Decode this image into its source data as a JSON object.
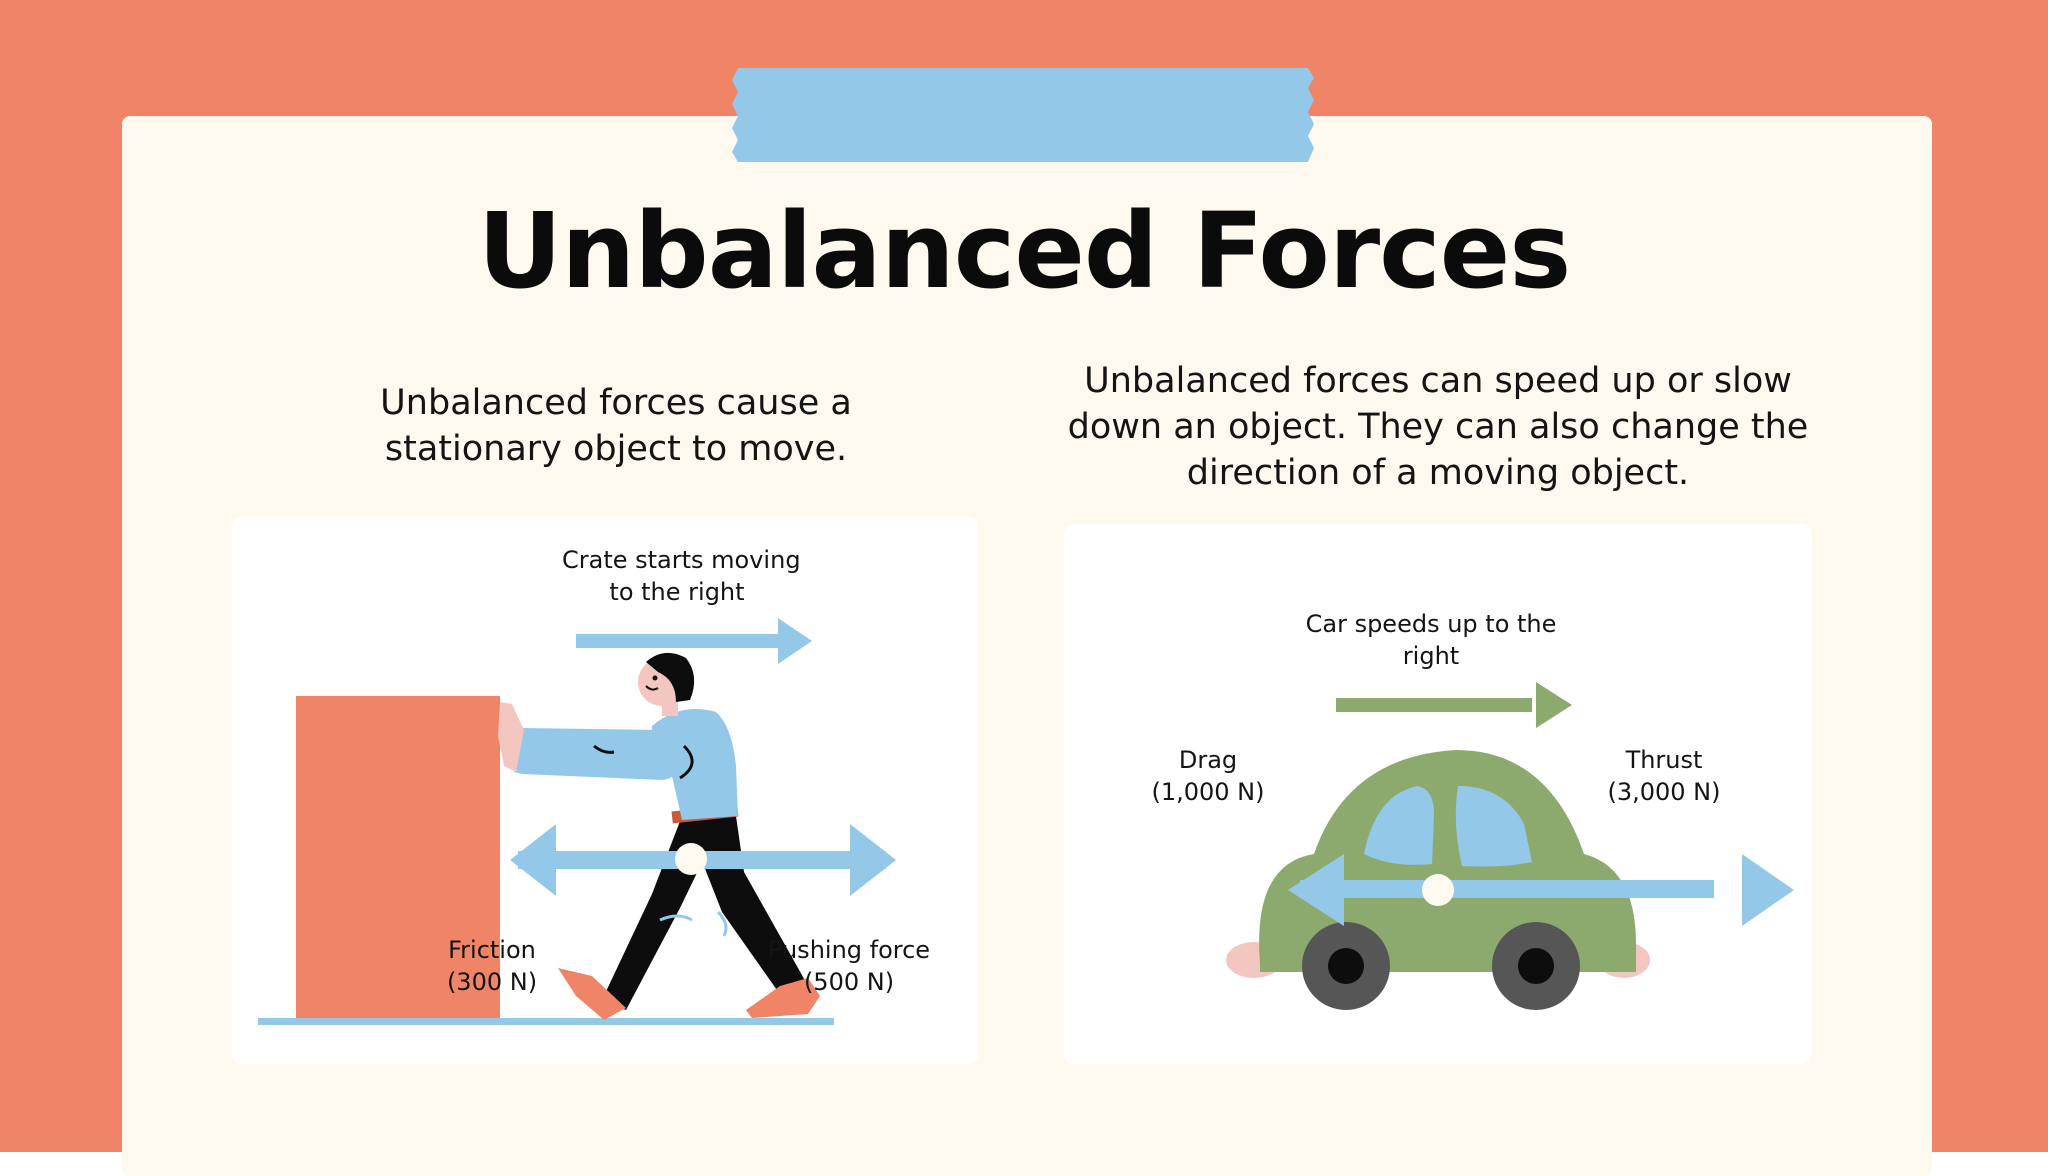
{
  "slide": {
    "title": "Unbalanced Forces",
    "colors": {
      "background": "#EF8467",
      "card": "#FEF9EF",
      "tape": "#94C8E8",
      "arrow_blue": "#94C8E8",
      "arrow_green": "#8DAA6E",
      "crate": "#EF8467",
      "car_body": "#8DAA6E",
      "car_window": "#94C8E8"
    }
  },
  "left_panel": {
    "caption": "Unbalanced forces cause a stationary object to move.",
    "motion_label_line1": "Crate starts moving",
    "motion_label_line2": "to the right",
    "friction_label": "Friction",
    "friction_value": "(300 N)",
    "push_label": "Pushing force",
    "push_value": "(500 N)"
  },
  "right_panel": {
    "caption": "Unbalanced forces can speed up or slow down an object. They can also change the direction of a moving object.",
    "motion_label_line1": "Car speeds up to the",
    "motion_label_line2": "right",
    "drag_label": "Drag",
    "drag_value": "(1,000 N)",
    "thrust_label": "Thrust",
    "thrust_value": "(3,000 N)"
  }
}
